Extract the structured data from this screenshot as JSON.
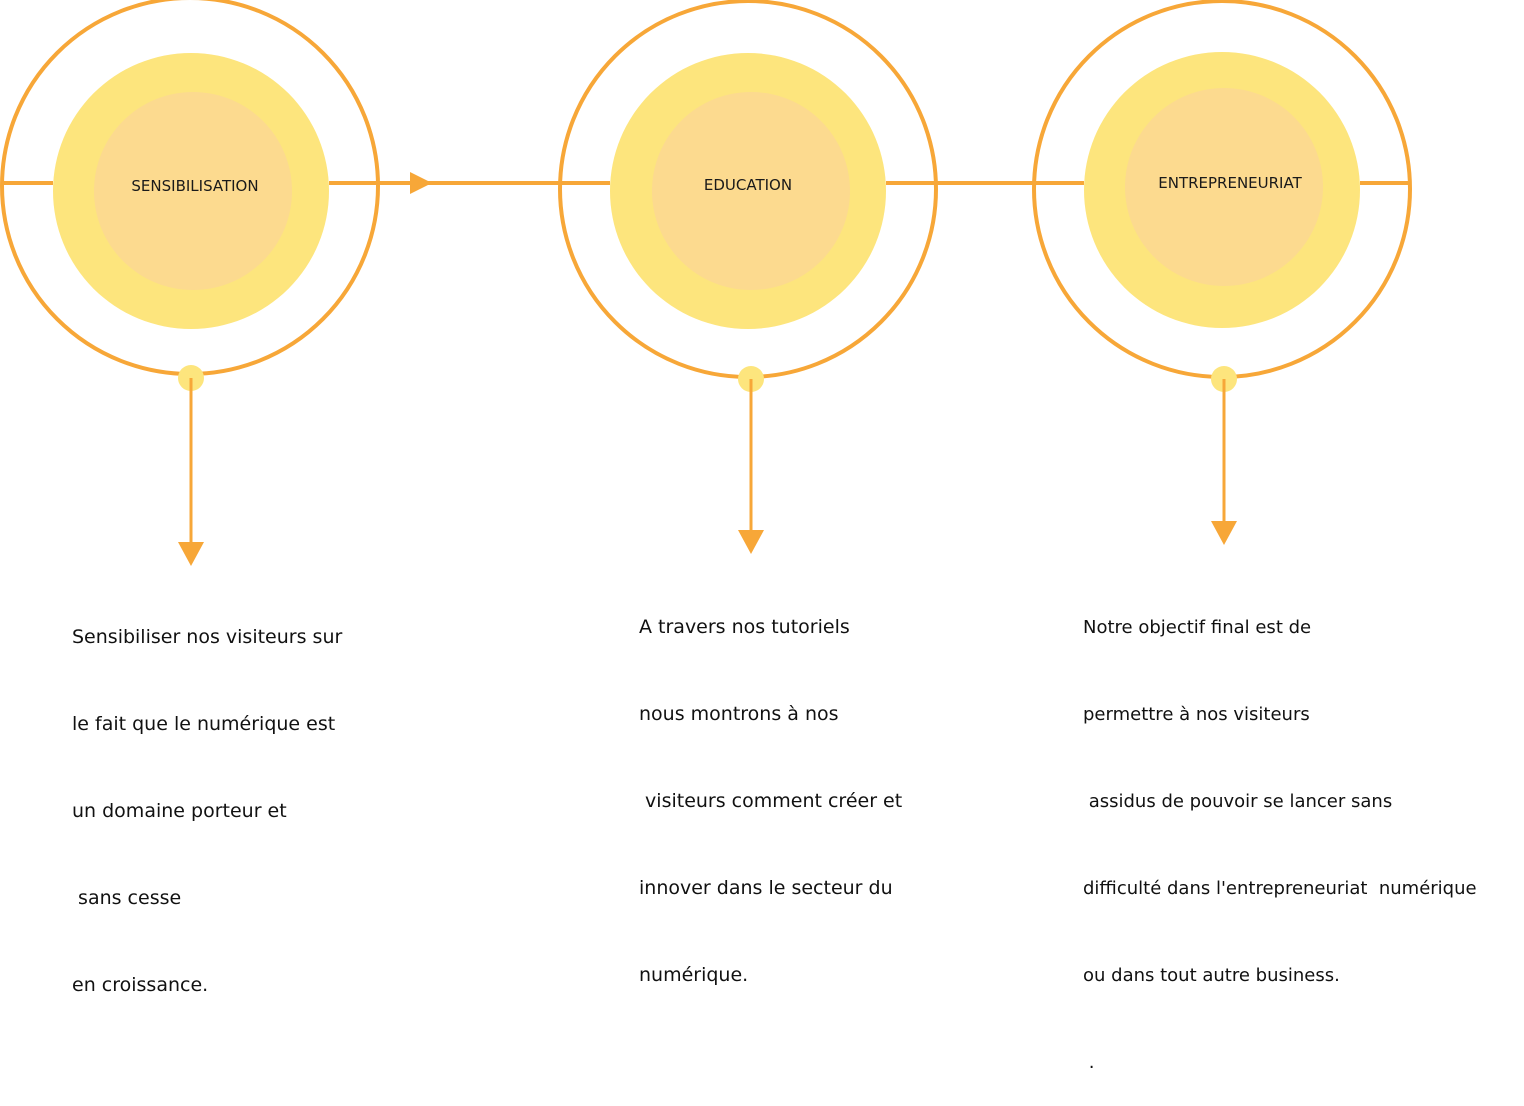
{
  "colors": {
    "outline": "#F7A738",
    "outer_disc": "#FDE57D",
    "inner_disc": "#FCDA8F",
    "connector_dot": "#FDE57D"
  },
  "steps": [
    {
      "title": "SENSIBILISATION",
      "description": [
        "Sensibiliser nos visiteurs sur",
        "le fait que le numérique est",
        "un domaine porteur et",
        " sans cesse",
        "en croissance."
      ]
    },
    {
      "title": "EDUCATION",
      "description": [
        "A travers nos tutoriels",
        "nous montrons à nos",
        " visiteurs comment créer et",
        "innover dans le secteur du",
        "numérique."
      ]
    },
    {
      "title": "ENTREPRENEURIAT",
      "description": [
        "Notre objectif final est de",
        "permettre à nos visiteurs",
        " assidus de pouvoir se lancer sans",
        "difficulté dans l'entrepreneuriat  numérique",
        "ou dans tout autre business.",
        " ."
      ]
    }
  ]
}
